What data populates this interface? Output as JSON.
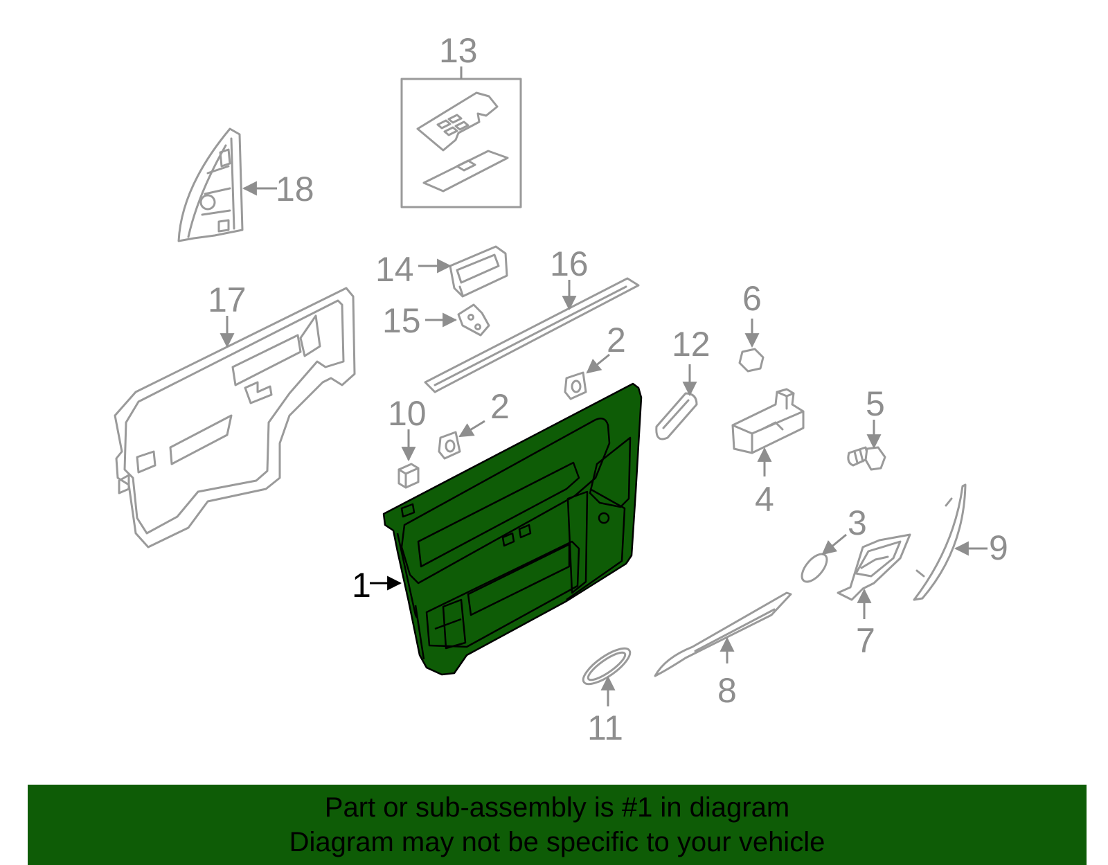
{
  "diagram": {
    "callouts": [
      {
        "id": "1",
        "label": "1"
      },
      {
        "id": "2a",
        "label": "2"
      },
      {
        "id": "2b",
        "label": "2"
      },
      {
        "id": "3",
        "label": "3"
      },
      {
        "id": "4",
        "label": "4"
      },
      {
        "id": "5",
        "label": "5"
      },
      {
        "id": "6",
        "label": "6"
      },
      {
        "id": "7",
        "label": "7"
      },
      {
        "id": "8",
        "label": "8"
      },
      {
        "id": "9",
        "label": "9"
      },
      {
        "id": "10",
        "label": "10"
      },
      {
        "id": "11",
        "label": "11"
      },
      {
        "id": "12",
        "label": "12"
      },
      {
        "id": "13",
        "label": "13"
      },
      {
        "id": "14",
        "label": "14"
      },
      {
        "id": "15",
        "label": "15"
      },
      {
        "id": "16",
        "label": "16"
      },
      {
        "id": "17",
        "label": "17"
      },
      {
        "id": "18",
        "label": "18"
      }
    ],
    "highlighted_part": "1",
    "colors": {
      "highlight": "#0e5c06",
      "banner": "#0e5c06",
      "part_stroke": "#9a9a9a",
      "label": "#8e8e8e"
    }
  },
  "banner": {
    "line1": "Part or sub-assembly is #1 in diagram",
    "line2": "Diagram may not be specific to your vehicle"
  }
}
